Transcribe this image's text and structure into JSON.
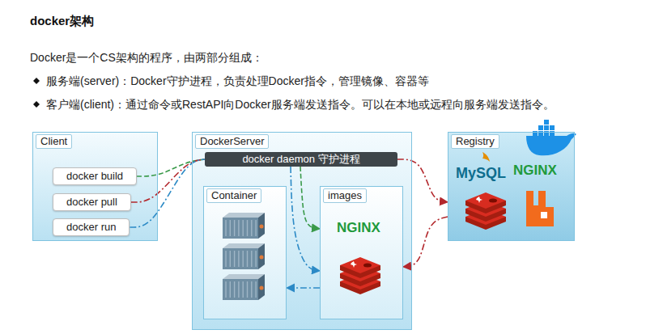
{
  "diagram": {
    "title": "docker架构",
    "nodes": [
      {
        "text": [
          "Client"
        ]
      },
      {
        "text": [
          "docker build"
        ],
        "in": 0
      },
      {
        "text": [
          "docker pull"
        ],
        "in": 0
      },
      {
        "text": [
          "docker run"
        ],
        "in": 0
      },
      {
        "text": [
          "DockerServer"
        ]
      },
      {
        "text": [
          "docker daemon 守护进程"
        ],
        "in": 4
      },
      {
        "text": [
          "Container"
        ],
        "in": 4
      },
      {
        "text": [
          "images"
        ],
        "in": 4
      },
      {
        "text": [
          "Registry"
        ]
      }
    ],
    "edges": [
      {
        "from": 1,
        "to": 5,
        "arrow": "none"
      },
      {
        "from": 2,
        "to": 5,
        "arrow": "none"
      },
      {
        "from": 3,
        "to": 5,
        "arrow": "none"
      },
      {
        "from": 5,
        "to": 7,
        "arrow": "to"
      },
      {
        "from": 5,
        "to": 7,
        "arrow": "to"
      },
      {
        "from": 5,
        "to": 8,
        "arrow": "to"
      },
      {
        "from": 8,
        "to": 7,
        "arrow": "to"
      },
      {
        "from": 7,
        "to": 6,
        "arrow": "to"
      }
    ],
    "labels": [
      "Docker是一个CS架构的程序，由两部分组成：",
      "服务端(server)：Docker守护进程，负责处理Docker指令，管理镜像、容器等",
      "客户端(client)：通过命令或RestAPI向Docker服务端发送指令。可以在本地或远程向服务端发送指令。",
      "NGINX",
      "MySQL",
      "NGINX"
    ]
  }
}
